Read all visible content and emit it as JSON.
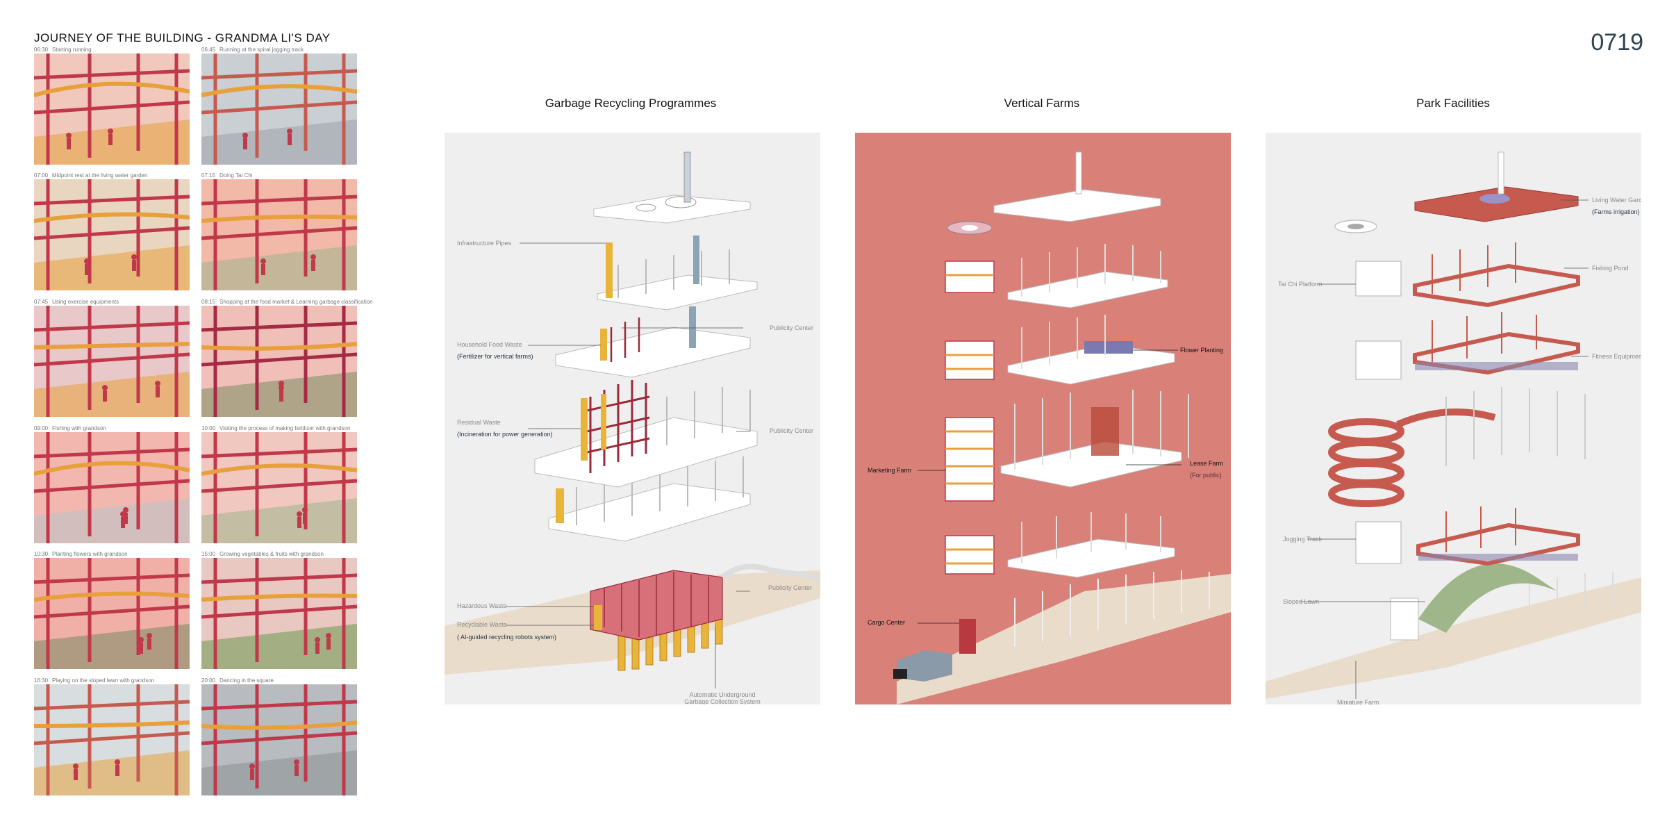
{
  "header": {
    "title": "JOURNEY OF THE BUILDING - GRANDMA LI'S DAY",
    "sheet_number": "0719"
  },
  "journey": [
    {
      "time": "06:30",
      "caption": "Starting running"
    },
    {
      "time": "06:45",
      "caption": "Running at the spiral jogging track"
    },
    {
      "time": "07:00",
      "caption": "Midpoint rest at the living water garden"
    },
    {
      "time": "07:15",
      "caption": "Doing Tai Chi"
    },
    {
      "time": "07:45",
      "caption": "Using exercise equipments"
    },
    {
      "time": "08:15",
      "caption": "Shopping at the food market & Learning garbage classification"
    },
    {
      "time": "09:00",
      "caption": "Fishing with grandson"
    },
    {
      "time": "10:00",
      "caption": "Visiting the process of making fertilizer with grandson"
    },
    {
      "time": "10:30",
      "caption": "Planting flowers with grandson"
    },
    {
      "time": "15:00",
      "caption": "Growing vegetables & fruits with grandson"
    },
    {
      "time": "16:30",
      "caption": "Playing on the sloped lawn with grandson"
    },
    {
      "time": "20:00",
      "caption": "Dancing in the square"
    }
  ],
  "panels": [
    {
      "title": "Garbage Recycling Programmes",
      "labels": {
        "infrastructure_pipes": "Infrastructure Pipes",
        "household_food_waste": "Household Food Waste",
        "fertilizer_note": "(Fertilizer for vertical farms)",
        "publicity_center_1": "Publicity Center",
        "residual_waste": "Residual Waste",
        "incineration_note": "(Incineration for power generation)",
        "publicity_center_2": "Publicity Center",
        "hazardous_waste": "Hazardous Waste",
        "recyclable_waste": "Recyclable Waste",
        "robots_note": "( AI-guided recycling robots system)",
        "publicity_center_3": "Publicity Center",
        "underground_line1": "Automatic Underground",
        "underground_line2": "Garbage Collection System"
      }
    },
    {
      "title": "Vertical Farms",
      "labels": {
        "flower_planting": "Flower Planting",
        "marketing_farm": "Marketing Farm",
        "lease_farm": "Lease Farm",
        "lease_note": "(For public)",
        "cargo_center": "Cargo Center"
      }
    },
    {
      "title": "Park Facilities",
      "labels": {
        "living_water_garden": "Living Water Garden",
        "farms_irrigation": "(Farms irrigation)",
        "fishing_pond": "Fishing Pond",
        "tai_chi_platform": "Tai Chi Platform",
        "fitness_equipments": "Fitness Equipments",
        "jogging_track": "Jogging Track",
        "sloped_lawn": "Sloped Lawn",
        "miniature_farm": "Miniature Farm"
      }
    }
  ],
  "colors": {
    "red_structure": "#c0384a",
    "orange_track": "#e8a03c",
    "pink_bg": "#d98078",
    "panel_grey": "#efefef",
    "slab_white": "#ffffff",
    "ground_beige": "#e9dccb"
  }
}
